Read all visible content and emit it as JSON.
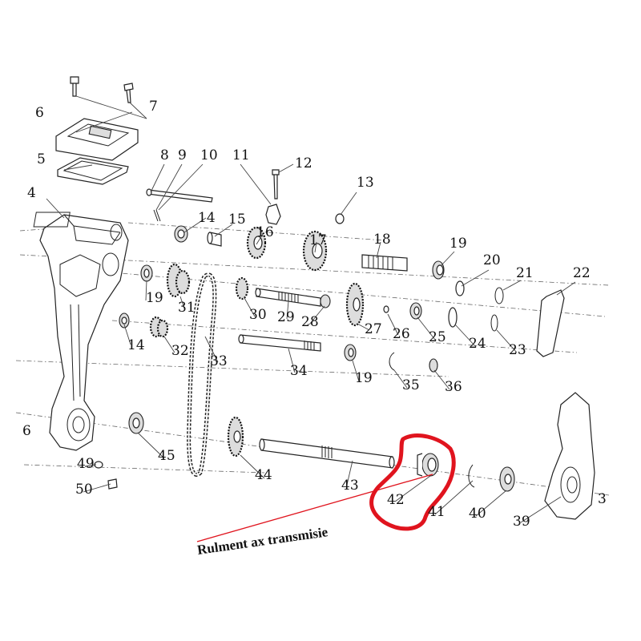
{
  "part_labels": [
    "3",
    "4",
    "5",
    "6",
    "6",
    "7",
    "8",
    "9",
    "10",
    "11",
    "12",
    "13",
    "14",
    "14",
    "15",
    "16",
    "17",
    "18",
    "19",
    "19",
    "19",
    "20",
    "21",
    "22",
    "23",
    "24",
    "25",
    "26",
    "27",
    "28",
    "29",
    "30",
    "31",
    "32",
    "33",
    "34",
    "35",
    "36",
    "39",
    "40",
    "41",
    "42",
    "43",
    "44",
    "45",
    "49",
    "50"
  ],
  "annotation": {
    "text": "Rulment ax transmisie",
    "highlight_color": "#e0141e"
  },
  "colors": {
    "line": "#222222",
    "background": "#ffffff",
    "highlight": "#e0141e"
  }
}
